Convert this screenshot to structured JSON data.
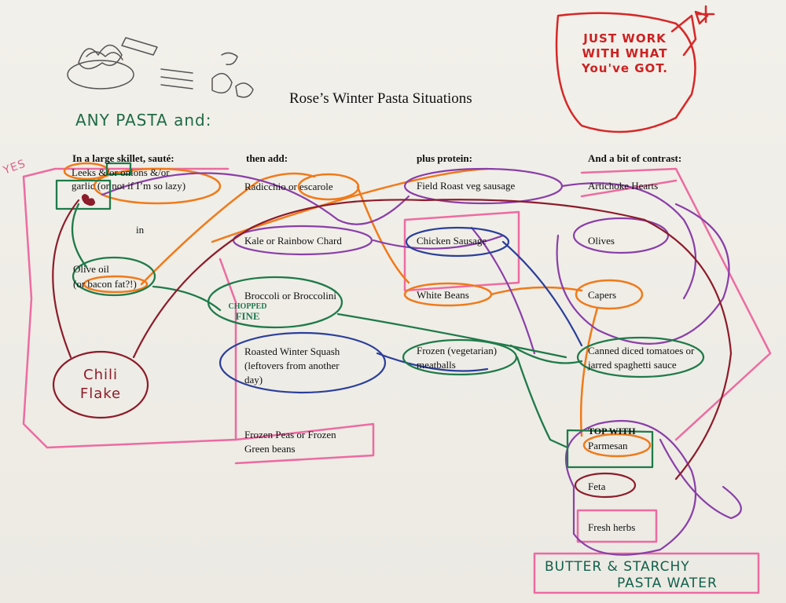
{
  "title": "Rose’s Winter Pasta Situations",
  "any_pasta": "ANY PASTA and:",
  "just_work": "JUST WORK WITH WHAT You've GOT.",
  "yes_note": "YES",
  "columns": {
    "saute_header": "In a large skillet, sauté:",
    "add_header": "then add:",
    "protein_header": "plus protein:",
    "contrast_header": "And a bit of contrast:"
  },
  "saute": {
    "line1": "Leeks &/or onions &/or",
    "line2": "garlic (or not if I’m so lazy)",
    "in": "in",
    "oil1": "Olive oil",
    "oil2": "(or bacon fat?!)",
    "chili1": "Chili",
    "chili2": "Flake"
  },
  "add": {
    "radicchio": "Radicchio or escarole",
    "kale": "Kale or Rainbow Chard",
    "broccoli": "Broccoli or Broccolini",
    "chopped1": "CHOPPED",
    "chopped2": "FINE",
    "squash1": "Roasted Winter Squash",
    "squash2": "(leftovers from another",
    "squash3": "day)",
    "peas1": "Frozen Peas or Frozen",
    "peas2": "Green beans"
  },
  "protein": {
    "field_roast": "Field Roast veg sausage",
    "chicken": "Chicken Sausage",
    "beans": "White Beans",
    "meatballs1": "Frozen (vegetarian)",
    "meatballs2": "meatballs"
  },
  "contrast": {
    "artichoke": "Artichoke Hearts",
    "olives": "Olives",
    "capers": "Capers",
    "tomatoes1": "Canned diced tomatoes or",
    "tomatoes2": "jarred spaghetti sauce"
  },
  "top_with": {
    "header": "TOP WITH",
    "parmesan": "Parmesan",
    "feta": "Feta",
    "herbs": "Fresh herbs"
  },
  "butter1": "BUTTER & STARCHY",
  "butter2": "PASTA WATER",
  "colors": {
    "orange": "#f07a1a",
    "purple": "#8a3fa8",
    "navy": "#2b3f9a",
    "green": "#1f7a4a",
    "maroon": "#8c1c2b",
    "pink": "#ec5d9a",
    "red": "#d62828"
  }
}
